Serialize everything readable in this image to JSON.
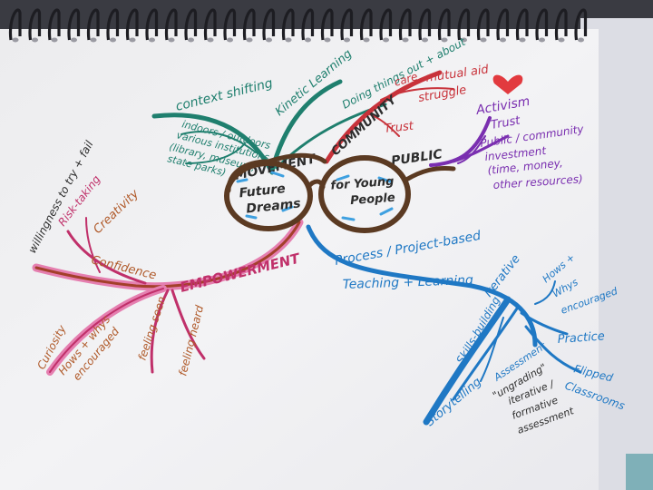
{
  "center": {
    "left_lens": "Future Dreams",
    "right_lens": "for Young People"
  },
  "branches": {
    "movement": {
      "label": "MOVEMENT",
      "color": "#1f7f6e",
      "items": [
        "context shifting",
        "Kinetic Learning",
        "Doing things out + about",
        "indoors / outdoors",
        "various institutions",
        "(library, museum,",
        "state parks)"
      ]
    },
    "community": {
      "label": "COMMUNITY",
      "color": "#c8323a",
      "items": [
        "care",
        "mutual aid",
        "struggle",
        "Trust"
      ]
    },
    "public": {
      "label": "PUBLIC",
      "color": "#7a2fb0",
      "items": [
        "Activism",
        "Trust",
        "Public / community",
        "investment",
        "(time, money,",
        "other resources)"
      ]
    },
    "empowerment": {
      "label": "EMPOWERMENT",
      "color": "#c0306a",
      "items": [
        "willingness to try + fail",
        "Risk-taking",
        "Creativity",
        "Confidence",
        "Curiosity",
        "Hows + whys",
        "encouraged",
        "feeling seen",
        "feeling heard"
      ]
    },
    "teaching": {
      "label": "Process / Project-based",
      "label2": "Teaching + Learning",
      "color": "#1f78c4",
      "items": [
        "Iterative",
        "Hows +",
        "Whys",
        "encouraged",
        "Practice",
        "Skills-building",
        "Assessment",
        "\"ungrading\"",
        "iterative /",
        "formative",
        "assessment",
        "Flipped",
        "Classrooms",
        "Storytelling"
      ]
    }
  },
  "brown": "#5b3a22"
}
